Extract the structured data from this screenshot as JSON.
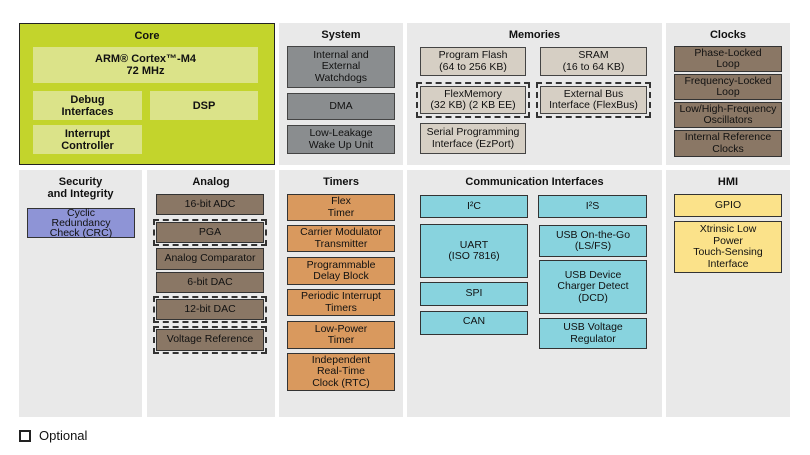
{
  "panels": {
    "core": {
      "title": "Core",
      "blocks": [
        "ARM® Cortex™-M4\n72 MHz",
        "Debug\nInterfaces",
        "DSP",
        "Interrupt\nController"
      ]
    },
    "system": {
      "title": "System",
      "blocks": [
        "Internal and\nExternal\nWatchdogs",
        "DMA",
        "Low-Leakage\nWake Up Unit"
      ]
    },
    "memories": {
      "title": "Memories",
      "blocks": [
        "Program Flash\n(64 to 256 KB)",
        "SRAM\n(16 to 64 KB)",
        "FlexMemory\n(32 KB) (2 KB EE)",
        "External Bus\nInterface (FlexBus)",
        "Serial Programming\nInterface (EzPort)"
      ]
    },
    "clocks": {
      "title": "Clocks",
      "blocks": [
        "Phase-Locked\nLoop",
        "Frequency-Locked\nLoop",
        "Low/High-Frequency\nOscillators",
        "Internal Reference\nClocks"
      ]
    },
    "security": {
      "title": "Security\nand Integrity",
      "blocks": [
        "Cyclic\nRedundancy\nCheck (CRC)"
      ]
    },
    "analog": {
      "title": "Analog",
      "blocks": [
        "16-bit ADC",
        "PGA",
        "Analog Comparator",
        "6-bit DAC",
        "12-bit DAC",
        "Voltage Reference"
      ]
    },
    "timers": {
      "title": "Timers",
      "blocks": [
        "Flex\nTimer",
        "Carrier Modulator\nTransmitter",
        "Programmable\nDelay Block",
        "Periodic Interrupt\nTimers",
        "Low-Power\nTimer",
        "Independent\nReal-Time\nClock (RTC)"
      ]
    },
    "communication": {
      "title": "Communication Interfaces",
      "blocks": [
        "I²C",
        "I²S",
        "UART\n(ISO 7816)",
        "USB On-the-Go\n(LS/FS)",
        "SPI",
        "USB Device\nCharger Detect\n(DCD)",
        "CAN",
        "USB Voltage\nRegulator"
      ]
    },
    "hmi": {
      "title": "HMI",
      "blocks": [
        "GPIO",
        "Xtrinsic Low\nPower\nTouch-Sensing\nInterface"
      ]
    }
  },
  "legend": {
    "optional_label": "Optional"
  },
  "colors": {
    "core": "#c3d42c",
    "system": "#8a8d8f",
    "memory": "#d6cfc4",
    "clock_analog": "#8a7765",
    "security": "#8e94d6",
    "timer": "#d9995e",
    "communication": "#88d3de",
    "hmi": "#fbe28a"
  }
}
